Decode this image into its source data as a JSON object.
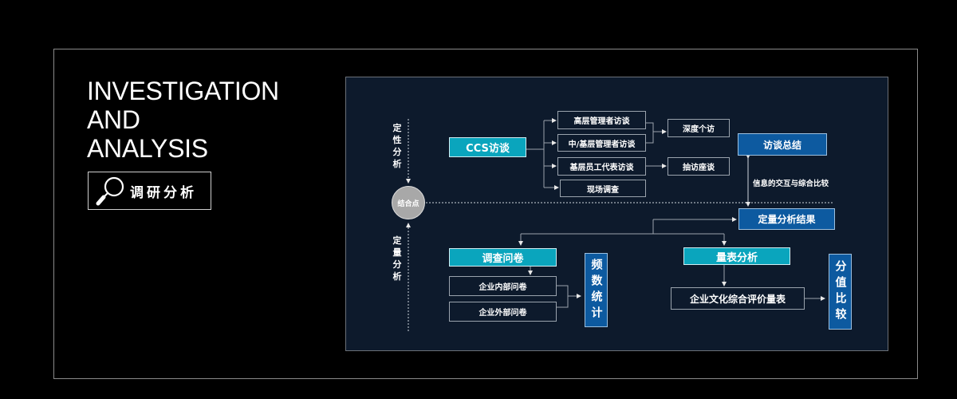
{
  "header": {
    "title_lines": [
      "INVESTIGATION",
      "AND",
      "ANALYSIS"
    ],
    "badge_icon": "magnifier-icon",
    "badge_label": "调研分析"
  },
  "diagram": {
    "side_labels": {
      "qualitative": "定\n性\n分\n析",
      "quantitative": "定\n量\n分\n析"
    },
    "junction": "结合点",
    "qualitative": {
      "main": "CCS访谈",
      "branches": [
        "高层管理者访谈",
        "中/基层管理者访谈",
        "基层员工代表访谈",
        "现场调查"
      ],
      "methods": [
        "深度个访",
        "抽访座谈"
      ],
      "summary": "访谈总结"
    },
    "exchange_note": "信息的交互与综合比较",
    "quantitative": {
      "result": "定量分析结果",
      "survey": {
        "title": "调查问卷",
        "items": [
          "企业内部问卷",
          "企业外部问卷"
        ],
        "stat": "频数统计"
      },
      "scale": {
        "title": "量表分析",
        "item": "企业文化综合评价量表",
        "stat": "分值比较"
      }
    }
  }
}
